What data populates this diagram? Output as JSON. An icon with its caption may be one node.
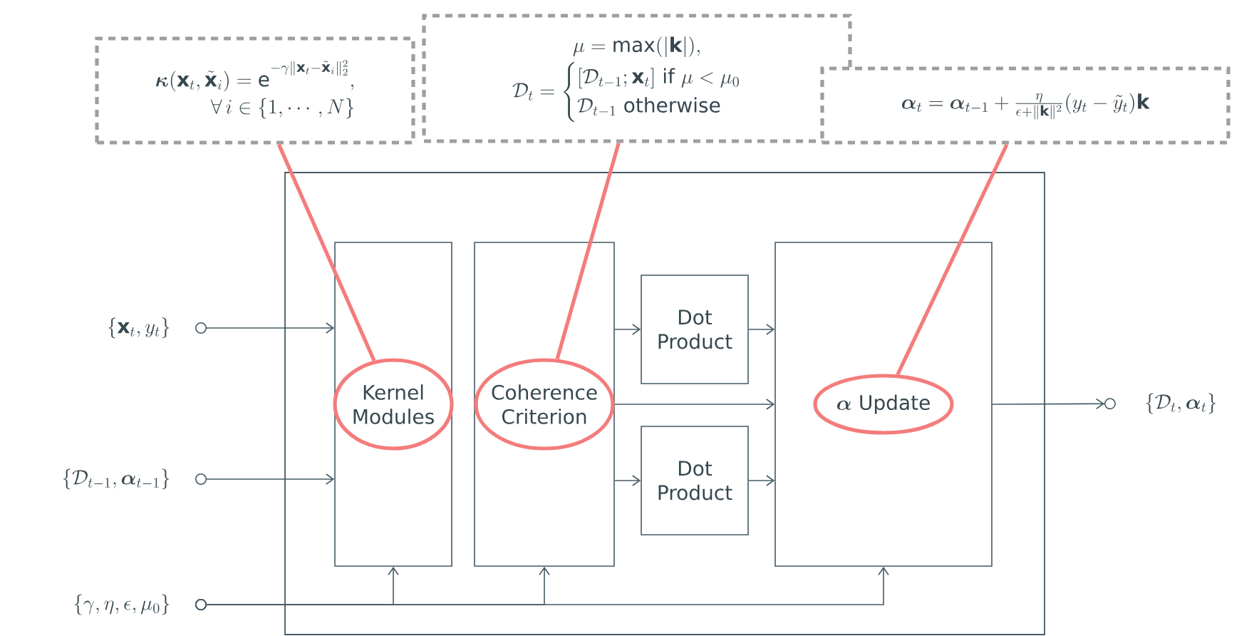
{
  "diagram": {
    "nodes": [
      {
        "text": [],
        "shape": "box"
      },
      {
        "text": [
          "\\{\\mathbf{x}_t, y_t\\}"
        ]
      },
      {
        "text": [
          "\\{\\mathcal{D}_{t-1}, \\boldsymbol{\\alpha}_{t-1}\\}"
        ]
      },
      {
        "text": [
          "\\{\\gamma, \\eta, \\epsilon, \\mu_0\\}"
        ]
      },
      {
        "text": [
          "Kernel Modules"
        ],
        "in": 0
      },
      {
        "text": [
          "Coherence Criterion"
        ],
        "in": 0
      },
      {
        "text": [
          "Dot Product"
        ],
        "in": 0
      },
      {
        "text": [
          "Dot Product"
        ],
        "in": 0
      },
      {
        "text": [
          "\\boldsymbol{\\alpha}\\text{ Update}"
        ],
        "in": 0
      },
      {
        "text": [
          "\\{\\mathcal{D}_t, \\boldsymbol{\\alpha}_t\\}"
        ]
      },
      {
        "text": [
          "\\boldsymbol{\\kappa}(\\mathbf{x}_t, \\tilde{\\mathbf{x}}_i) = \\mathrm{e}^{-\\gamma \\|\\mathbf{x}_t - \\tilde{\\mathbf{x}}_i\\|_2^2},",
          "\\forall\\, i \\in \\{1, \\cdots, N\\}"
        ]
      },
      {
        "text": [
          "\\mu = \\max(|\\mathbf{k}|),",
          "\\mathcal{D}_t = \\begin{cases} [\\mathcal{D}_{t-1}; \\mathbf{x}_t]\\ \\text{if } \\mu < \\mu_0 \\\\ \\mathcal{D}_{t-1}\\ \\text{otherwise} \\end{cases}"
        ]
      },
      {
        "text": [
          "\\boldsymbol{\\alpha}_t = \\boldsymbol{\\alpha}_{t-1} + \\frac{\\eta}{\\epsilon + \\|\\mathbf{k}\\|^2}(y_t - \\tilde{y}_t)\\mathbf{k}"
        ]
      }
    ],
    "edges": [
      {
        "from": 1,
        "to": 4,
        "arrow": "to"
      },
      {
        "from": 2,
        "to": 4,
        "arrow": "to"
      },
      {
        "from": 3,
        "to": 4,
        "arrow": "to"
      },
      {
        "from": 3,
        "to": 5,
        "arrow": "to"
      },
      {
        "from": 3,
        "to": 8,
        "arrow": "to"
      },
      {
        "from": 5,
        "to": 6,
        "arrow": "to"
      },
      {
        "from": 5,
        "to": 8,
        "arrow": "to"
      },
      {
        "from": 5,
        "to": 7,
        "arrow": "to"
      },
      {
        "from": 6,
        "to": 8,
        "arrow": "to"
      },
      {
        "from": 7,
        "to": 8,
        "arrow": "to"
      },
      {
        "from": 8,
        "to": 9,
        "arrow": "to"
      },
      {
        "from": 10,
        "to": 4,
        "arrow": "none",
        "style": "thick",
        "color": "#f47c7c"
      },
      {
        "from": 11,
        "to": 5,
        "arrow": "none",
        "style": "thick",
        "color": "#f47c7c"
      },
      {
        "from": 12,
        "to": 8,
        "arrow": "none",
        "style": "thick",
        "color": "#f47c7c"
      }
    ]
  }
}
